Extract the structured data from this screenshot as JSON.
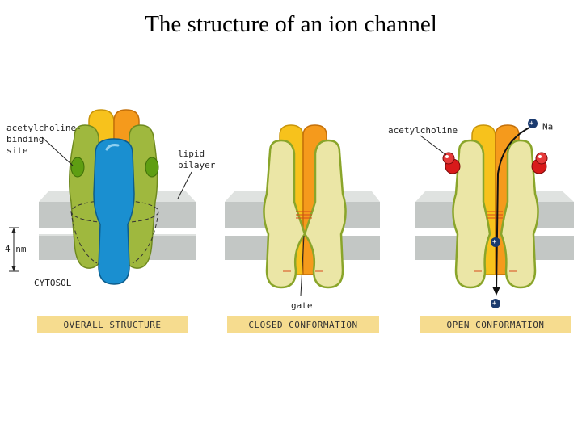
{
  "title": "The structure of an ion channel",
  "labels": {
    "binding_site": [
      "acetylcholine-",
      "binding",
      "site"
    ],
    "lipid": [
      "lipid",
      "bilayer"
    ],
    "scale": "4 nm",
    "cytosol": "CYTOSOL",
    "gate": "gate",
    "acetylcholine": "acetylcholine",
    "sodium": "Na",
    "sodium_charge": "+",
    "plus": "+"
  },
  "captions": {
    "overall": "OVERALL STRUCTURE",
    "closed": "CLOSED CONFORMATION",
    "open": "OPEN CONFORMATION"
  },
  "colors": {
    "membrane": "#c9cdcb",
    "membrane_top": "#dfe2e0",
    "subunit_green": "#9fb83e",
    "subunit_yellow": "#f7c21c",
    "subunit_orange": "#f59a1c",
    "subunit_blue": "#1a8fd0",
    "subunit_pale": "#ebe6a6",
    "acetylcholine_red": "#d81a1a",
    "caption_bg": "#f6dc8f"
  }
}
